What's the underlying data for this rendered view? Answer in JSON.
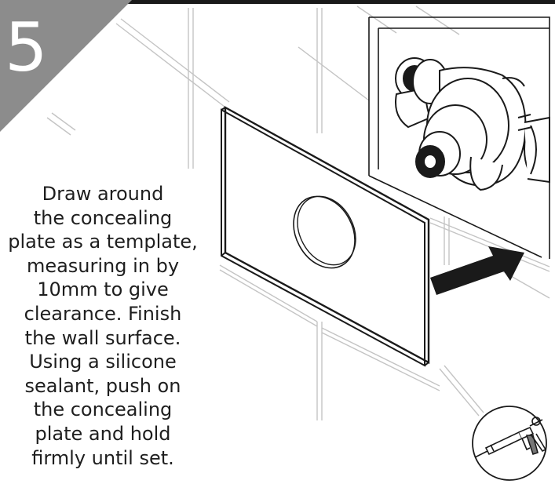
{
  "step": {
    "number": "5",
    "badge_color": "#8c8c8c"
  },
  "instructions": {
    "lines": [
      "Draw around",
      "the concealing",
      "plate as a template,",
      "measuring in by",
      "10mm to give",
      "clearance. Finish",
      "the wall surface.",
      "Using a silicone",
      "sealant, push on",
      "the concealing",
      "plate and hold",
      "firmly until set."
    ]
  },
  "illustration": {
    "line_color": "#1a1a1a",
    "tile_line_color": "#bdbdbd",
    "icons": [
      "concealing-plate",
      "thermostatic-valve",
      "push-arrow",
      "silicone-sealant-gun"
    ]
  }
}
